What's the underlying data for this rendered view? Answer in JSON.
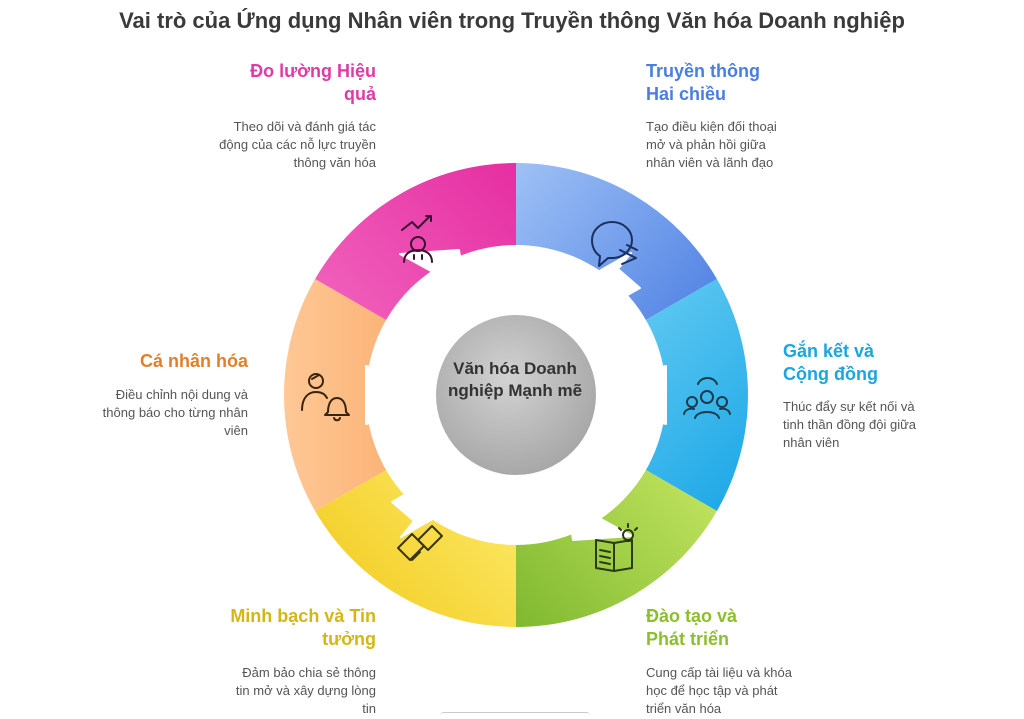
{
  "title": "Vai trò của Ứng dụng Nhân viên trong Truyền thông Văn hóa Doanh nghiệp",
  "center": "Văn hóa Doanh nghiệp Mạnh mẽ",
  "segments": [
    {
      "label": "Truyền thông Hai chiều",
      "desc": "Tạo điều kiện đối thoại mở và phản hồi giữa nhân viên và lãnh đạo",
      "color": "#4f86e8",
      "icon": "chat-bubbles-icon"
    },
    {
      "label": "Gắn kết và Cộng đồng",
      "desc": "Thúc đẩy sự kết nối và tinh thần đồng đội giữa nhân viên",
      "color": "#22b5ea",
      "icon": "team-group-icon"
    },
    {
      "label": "Đào tạo và Phát triển",
      "desc": "Cung cấp tài liệu và khóa học để học tập và phát triển văn hóa",
      "color": "#8cc43a",
      "icon": "book-lightbulb-icon"
    },
    {
      "label": "Minh bạch và Tin tưởng",
      "desc": "Đảm bảo chia sẻ thông tin mở và xây dựng lòng tin",
      "color": "#e5c51c",
      "icon": "handshake-icon"
    },
    {
      "label": "Cá nhân hóa",
      "desc": "Điều chỉnh nội dung và thông báo cho từng nhân viên",
      "color": "#e9822a",
      "icon": "person-bell-icon"
    },
    {
      "label": "Đo lường Hiệu quả",
      "desc": "Theo dõi và đánh giá tác động của các nỗ lực truyền thông văn hóa",
      "color": "#e33faa",
      "icon": "person-growth-icon"
    }
  ]
}
